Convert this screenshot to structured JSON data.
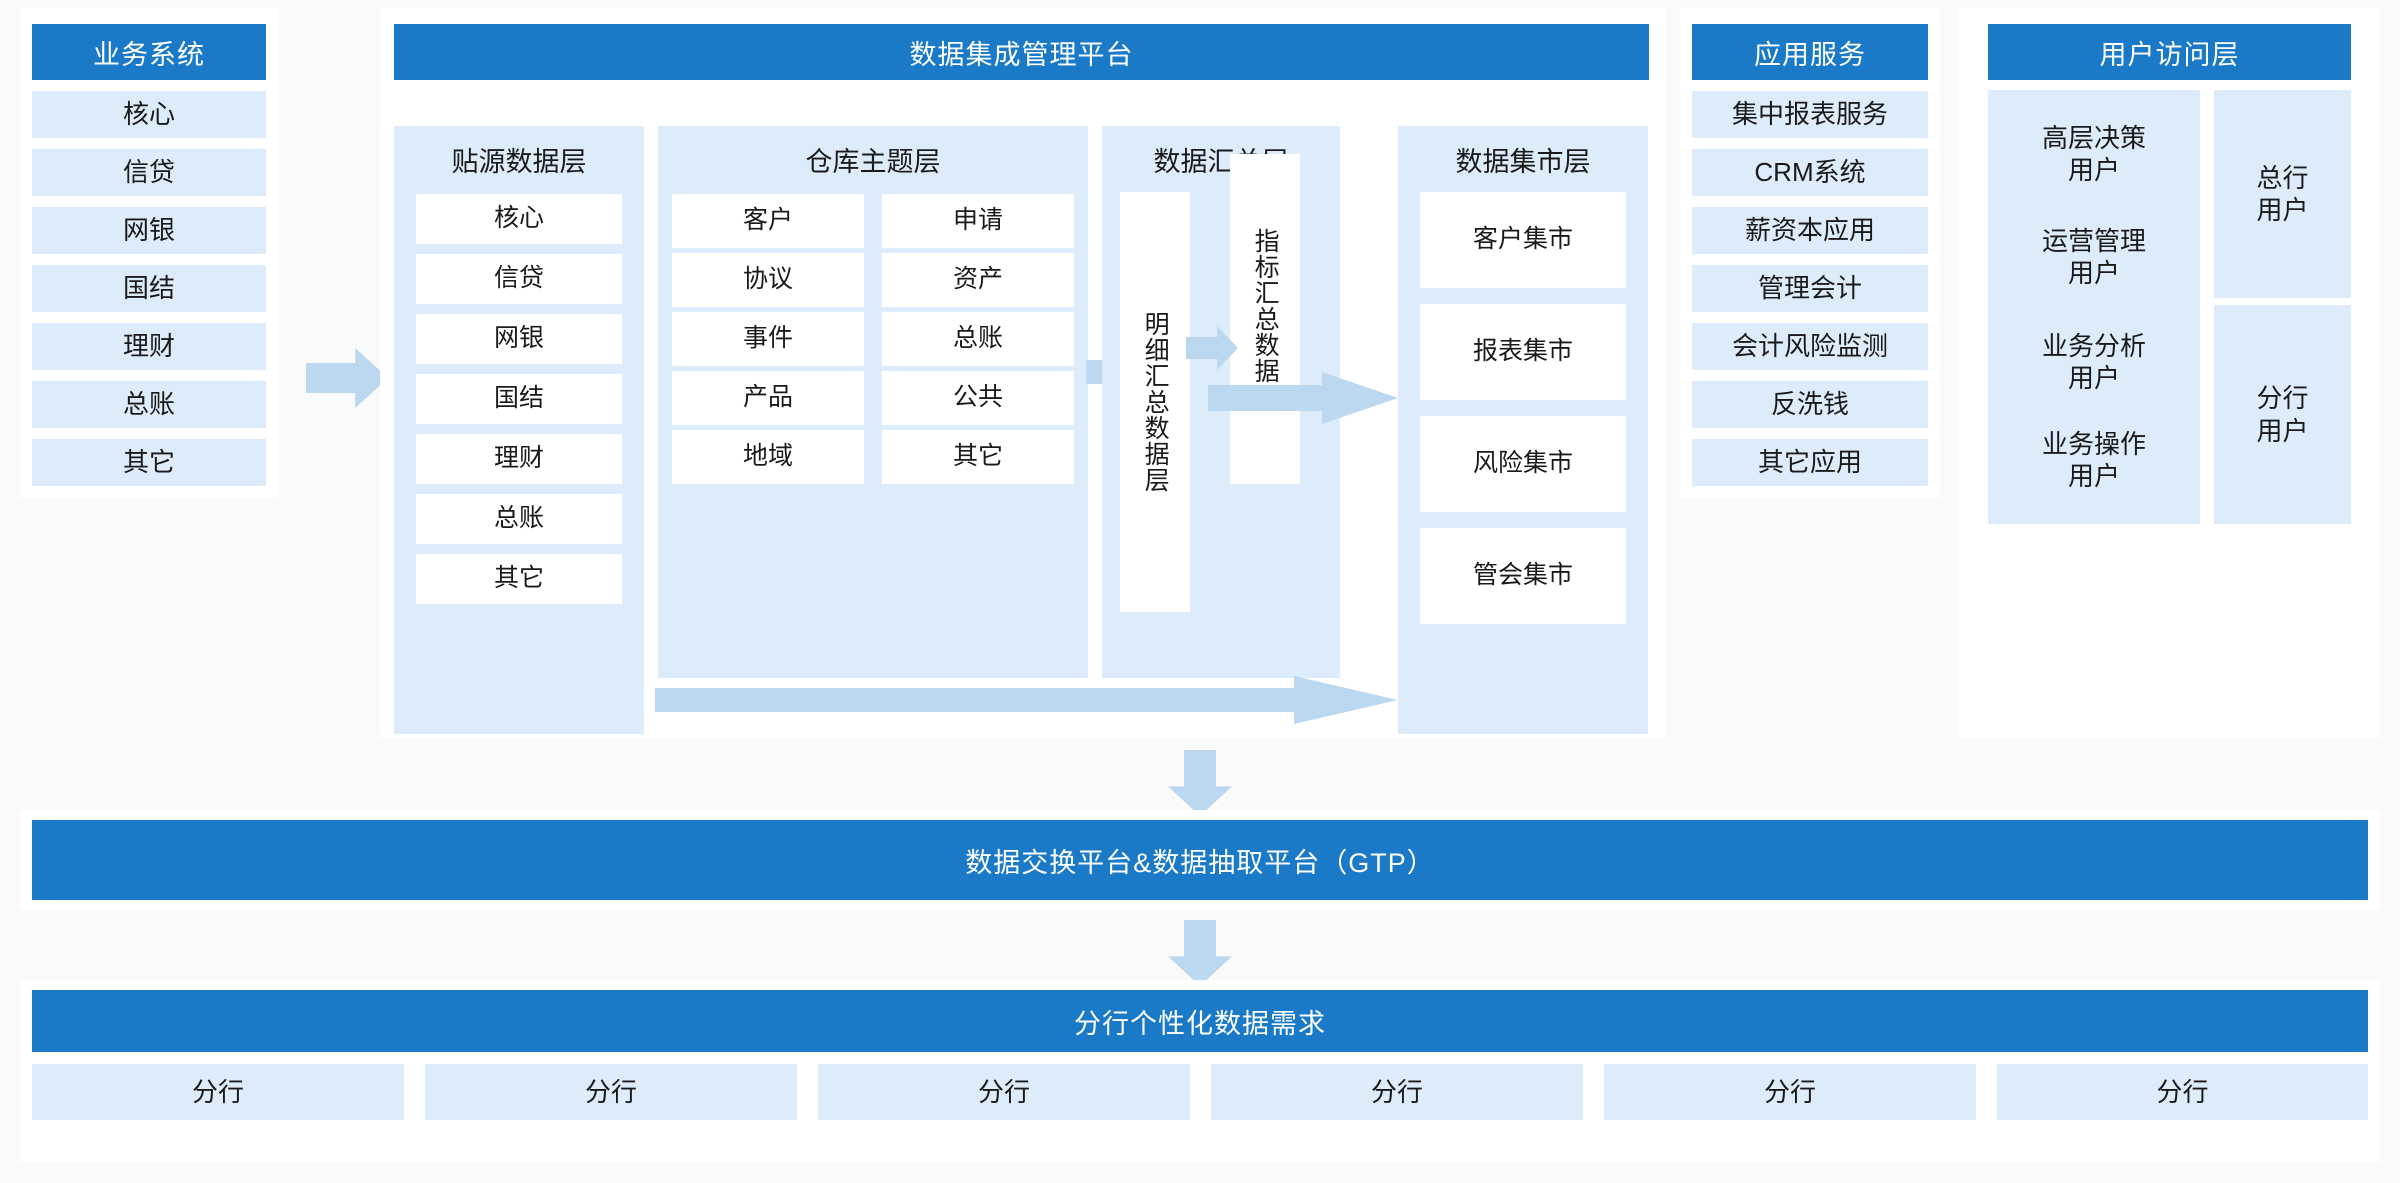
{
  "business_systems": {
    "title": "业务系统",
    "items": [
      "核心",
      "信贷",
      "网银",
      "国结",
      "理财",
      "总账",
      "其它"
    ]
  },
  "platform": {
    "title": "数据集成管理平台",
    "source_layer": {
      "title": "贴源数据层",
      "items": [
        "核心",
        "信贷",
        "网银",
        "国结",
        "理财",
        "总账",
        "其它"
      ]
    },
    "warehouse_layer": {
      "title": "仓库主题层",
      "left_items": [
        "客户",
        "协议",
        "事件",
        "产品",
        "地域"
      ],
      "right_items": [
        "申请",
        "资产",
        "总账",
        "公共",
        "其它"
      ]
    },
    "summary_layer": {
      "title": "数据汇总层",
      "detail_box": "明细汇总数据层",
      "index_box": "指标汇总数据层"
    },
    "mart_layer": {
      "title": "数据集市层",
      "items": [
        "客户集市",
        "报表集市",
        "风险集市",
        "管会集市"
      ]
    }
  },
  "app_services": {
    "title": "应用服务",
    "items": [
      "集中报表服务",
      "CRM系统",
      "薪资本应用",
      "管理会计",
      "会计风险监测",
      "反洗钱",
      "其它应用"
    ]
  },
  "user_access": {
    "title": "用户访问层",
    "left_items": [
      "高层决策\n用户",
      "运营管理\n用户",
      "业务分析\n用户",
      "业务操作\n用户"
    ],
    "right_items": [
      "总行\n用户",
      "分行\n用户"
    ]
  },
  "exchange_platform": {
    "title": "数据交换平台&数据抽取平台（GTP）"
  },
  "branch_demand": {
    "title": "分行个性化数据需求",
    "items": [
      "分行",
      "分行",
      "分行",
      "分行",
      "分行",
      "分行"
    ]
  },
  "colors": {
    "brand_blue": "#1a7ac8",
    "light_blue": "#ddecfb",
    "arrow_blue": "#bcd8f0",
    "white": "#ffffff",
    "page_bg": "#fafafa"
  },
  "icons": {
    "flow_arrow_right": "arrow-right-icon",
    "flow_arrow_down": "arrow-down-icon"
  }
}
